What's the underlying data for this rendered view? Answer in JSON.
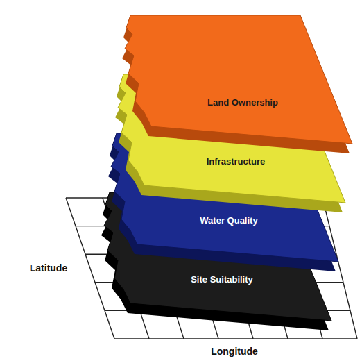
{
  "diagram": {
    "nodes": [
      {
        "text": [
          "Land Ownership"
        ]
      },
      {
        "text": [
          "Infrastructure"
        ]
      },
      {
        "text": [
          "Water Quality"
        ]
      },
      {
        "text": [
          "Site Suitability"
        ]
      }
    ],
    "labels": [
      "Latitude",
      "Longitude"
    ]
  }
}
